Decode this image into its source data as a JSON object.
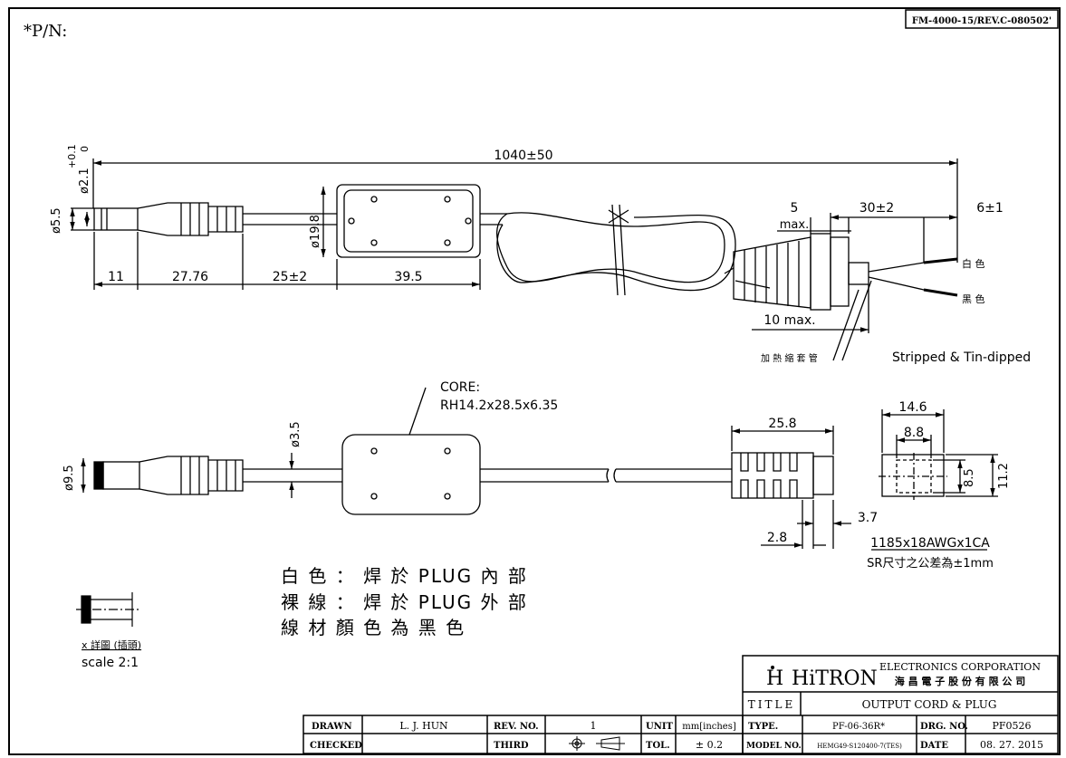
{
  "header": {
    "part_number_label": "*P/N:",
    "form_code": "FM-4000-15/REV.C-080502'"
  },
  "top_view": {
    "overall_length": "1040±50",
    "pin_dia": "ø2.1",
    "pin_tol_upper": "+0.1",
    "pin_tol_lower": "0",
    "plug_dia": "ø5.5",
    "core_dia": "ø19.8",
    "dim_11": "11",
    "dim_27_76": "27.76",
    "dim_25": "25±2",
    "dim_39_5": "39.5",
    "dim_5": "5",
    "dim_5_max": "max.",
    "dim_30": "30±2",
    "dim_6": "6±1",
    "dim_10max": "10 max.",
    "white_wire": "白 色",
    "black_wire": "黑 色",
    "shrink_tube": "加 熱 縮 套 管",
    "stripped": "Stripped & Tin-dipped"
  },
  "bottom_view": {
    "core_label": "CORE:",
    "core_spec": "RH14.2x28.5x6.35",
    "cable_dia": "ø3.5",
    "plug_dia": "ø9.5",
    "relief_len": "25.8",
    "dim_2_8": "2.8",
    "dim_3_7": "3.7",
    "sec_14_6": "14.6",
    "sec_8_8": "8.8",
    "sec_8_5": "8.5",
    "sec_11_2": "11.2",
    "cable_spec": "1185x18AWGx1CA",
    "tolerance_note": "SR尺寸之公差為±1mm"
  },
  "notes": [
    "白 色 ： 焊 於 PLUG 內 部",
    "裸 線 ： 焊 於 PLUG 外 部",
    "線 材 顏 色 為 黑 色"
  ],
  "detail": {
    "label": "x 詳圖 (插頭)",
    "scale": "scale 2:1"
  },
  "title_block": {
    "company_brand": "HiTRON",
    "company_en": "ELECTRONICS CORPORATION",
    "company_cn": "海 昌 電 子 股 份 有 限 公 司",
    "title_label": "TITLE",
    "title_value": "OUTPUT CORD & PLUG",
    "drawn_label": "DRAWN",
    "drawn_value": "L. J. HUN",
    "checked_label": "CHECKED",
    "checked_value": "",
    "rev_label": "REV. NO.",
    "rev_value": "1",
    "third_label": "THIRD",
    "unit_label": "UNIT",
    "unit_value": "mm[inches]",
    "tol_label": "TOL.",
    "tol_value": "± 0.2",
    "type_label": "TYPE.",
    "type_value": "PF-06-36R*",
    "model_label": "MODEL NO.",
    "model_value": "HEMG49-S120400-7(TES)",
    "drg_label": "DRG. NO.",
    "drg_value": "PF0526",
    "date_label": "DATE",
    "date_value": "08. 27. 2015"
  }
}
